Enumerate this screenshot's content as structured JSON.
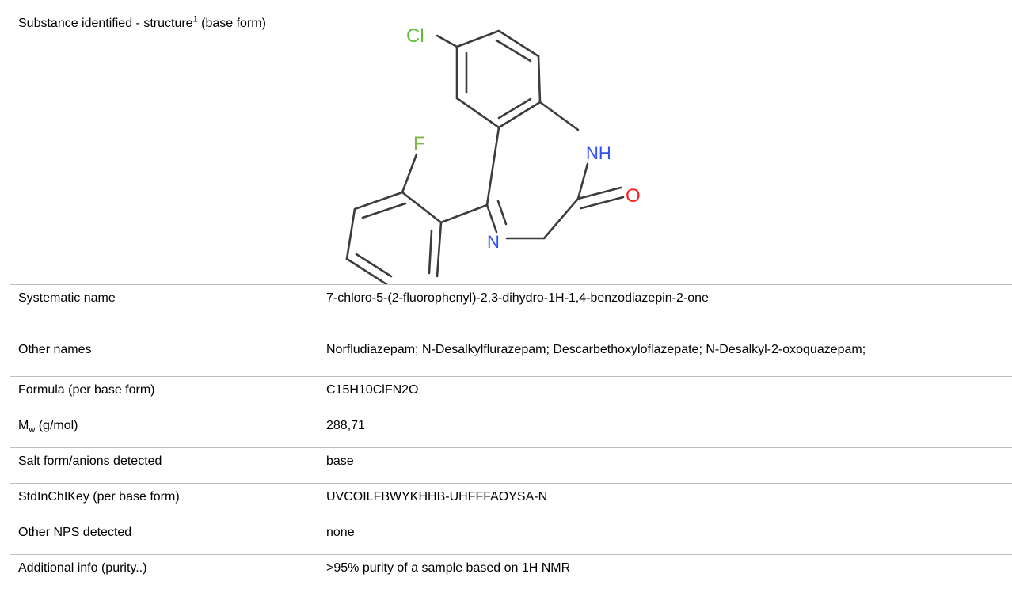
{
  "rows": {
    "structure": {
      "label_main": "Substance identified - structure",
      "label_sup": "1",
      "label_tail": " (base form)"
    },
    "systematic_name": {
      "label": "Systematic name",
      "value": "7-chloro-5-(2-fluorophenyl)-2,3-dihydro-1H-1,4-benzodiazepin-2-one"
    },
    "other_names": {
      "label": "Other names",
      "value": "Norfludiazepam; N-Desalkylflurazepam; Descarbethoxyloflazepate; N-Desalkyl-2-oxoquazepam;"
    },
    "formula": {
      "label": "Formula (per base form)",
      "value": "C15H10ClFN2O"
    },
    "mw": {
      "label_main": "M",
      "label_sub": "w",
      "label_tail": " (g/mol)",
      "value": "288,71"
    },
    "salt_form": {
      "label": "Salt form/anions detected",
      "value": "base"
    },
    "stdinchikey": {
      "label": "StdInChIKey (per base form)",
      "value": "UVCOILFBWYKHHB-UHFFFAOYSA-N"
    },
    "other_nps": {
      "label": "Other NPS detected",
      "value": "none"
    },
    "additional_info": {
      "label": "Additional info (purity..)",
      "value": ">95% purity of a sample based on 1H NMR"
    }
  },
  "structure_atoms": {
    "cl": "Cl",
    "f": "F",
    "nh": "NH",
    "o": "O",
    "n": "N"
  },
  "colors": {
    "chlorine": "#5fbf3a",
    "fluorine": "#7fb34a",
    "nitrogen": "#3050f8",
    "oxygen": "#ff2020",
    "bond": "#3c3c3c"
  }
}
